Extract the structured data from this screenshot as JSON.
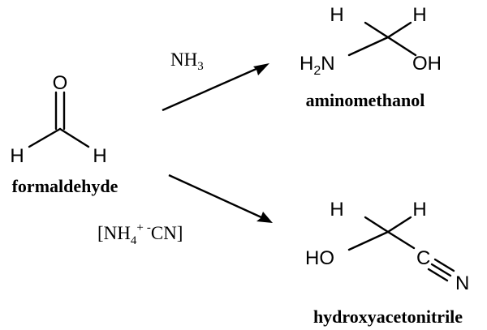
{
  "compounds": {
    "formaldehyde": {
      "name": "formaldehyde",
      "atom_O": "O",
      "atom_H_left": "H",
      "atom_H_right": "H"
    },
    "aminomethanol": {
      "name": "aminomethanol",
      "atom_H_left": "H",
      "atom_H_right": "H",
      "amine_H": "H",
      "amine_sub": "2",
      "amine_N": "N",
      "hydroxyl": "OH"
    },
    "hydroxyacetonitrile": {
      "name": "hydroxyacetonitrile",
      "atom_H_left": "H",
      "atom_H_right": "H",
      "hydroxyl": "HO",
      "atom_C": "C",
      "atom_N": "N"
    }
  },
  "reagents": {
    "upper": {
      "main": "NH",
      "sub": "3"
    },
    "lower": {
      "open": "[NH",
      "sub": "4",
      "sup_plus": "+",
      "sup_minus": "-",
      "cn_close": "CN]"
    }
  }
}
